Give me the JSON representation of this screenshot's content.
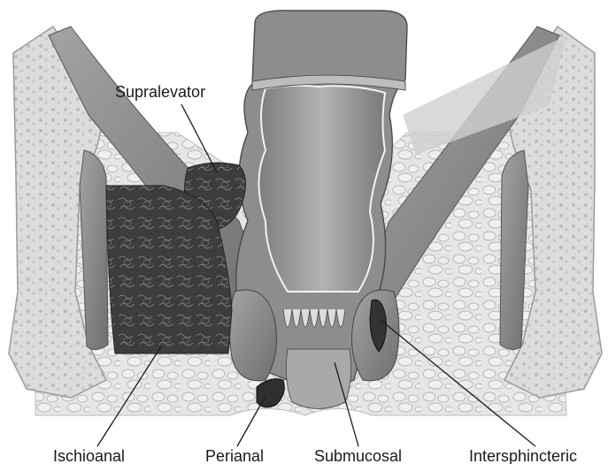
{
  "labels": {
    "supralevator": "Supralevator",
    "ischioanal": "Ischioanal",
    "perianal": "Perianal",
    "submucosal": "Submucosal",
    "intersphincteric": "Intersphincteric"
  },
  "colors": {
    "background": "#ffffff",
    "fat_tissue": "#e3e3e3",
    "fat_outline": "#bdbdbd",
    "muscle": "#8f8f8f",
    "muscle_dark": "#6e6e6e",
    "lumen": "#9a9a9a",
    "abscess": "#3f3f3f",
    "bone": "#d6d6d6",
    "text": "#1a1a1a"
  }
}
